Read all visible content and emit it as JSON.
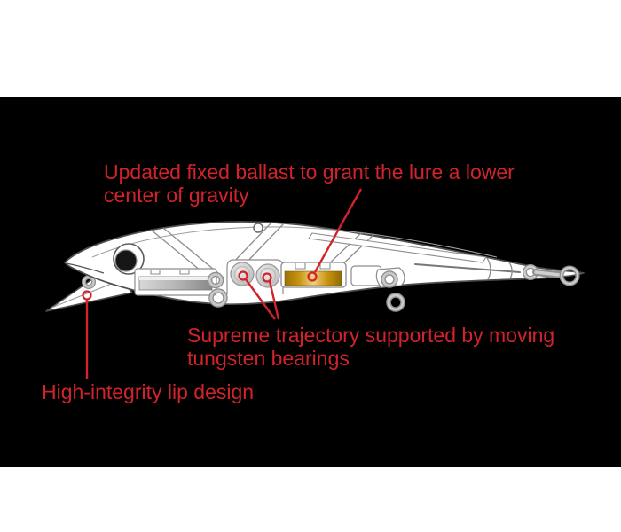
{
  "page": {
    "background_color": "#ffffff"
  },
  "panel": {
    "background_color": "#000000"
  },
  "colors": {
    "annotation_red": "#d2232b",
    "lure_outline": "#4d4d4d",
    "detail_gray": "#8c8c8c",
    "hardware_gray": "#8f8f8f",
    "ballast_gold_dark": "#9a7108",
    "ballast_gold": "#c8940e",
    "ballast_gold_light": "#eed283",
    "eye_black": "#161616"
  },
  "annotations": {
    "ballast": {
      "line1": "Updated fixed ballast to grant the lure a lower",
      "line2": "center of gravity"
    },
    "bearings": {
      "line1": "Supreme trajectory supported by moving",
      "line2": "tungsten bearings"
    },
    "lip": {
      "line1": "High-integrity lip design"
    }
  },
  "diagram": {
    "subject": "Minnow fishing lure internal-structure illustration"
  }
}
